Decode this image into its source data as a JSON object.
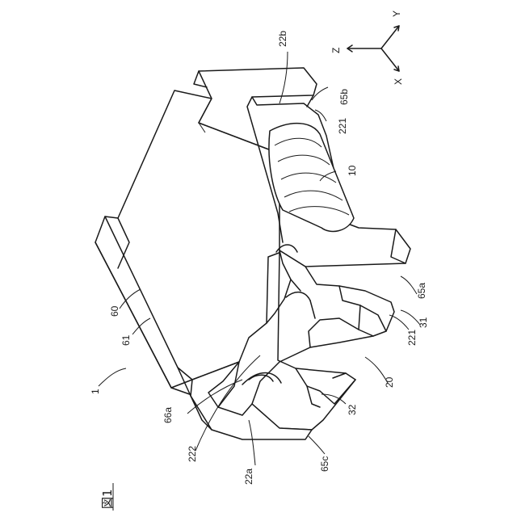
{
  "figure_title": "図1",
  "axes": {
    "z": "Z",
    "y": "Y",
    "x": "X"
  },
  "reference_labels": [
    {
      "id": "22b",
      "text": "22b"
    },
    {
      "id": "65b",
      "text": "65b"
    },
    {
      "id": "221-top",
      "text": "221"
    },
    {
      "id": "10",
      "text": "10"
    },
    {
      "id": "60",
      "text": "60"
    },
    {
      "id": "61",
      "text": "61"
    },
    {
      "id": "1",
      "text": "1"
    },
    {
      "id": "65a",
      "text": "65a"
    },
    {
      "id": "31",
      "text": "31"
    },
    {
      "id": "221-mid",
      "text": "221"
    },
    {
      "id": "20",
      "text": "20"
    },
    {
      "id": "66a",
      "text": "66a"
    },
    {
      "id": "32",
      "text": "32"
    },
    {
      "id": "222",
      "text": "222"
    },
    {
      "id": "22a",
      "text": "22a"
    },
    {
      "id": "65c",
      "text": "65c"
    }
  ]
}
